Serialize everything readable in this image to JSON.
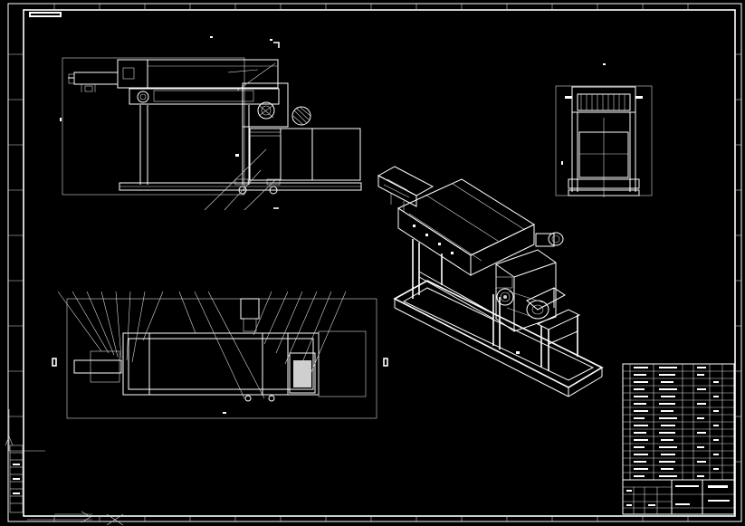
{
  "window": {
    "background": "#000000",
    "line_color": "#ffffff"
  },
  "drawing": {
    "views": [
      {
        "name": "front-view"
      },
      {
        "name": "side-view"
      },
      {
        "name": "top-view"
      },
      {
        "name": "isometric-view"
      }
    ],
    "icons": [
      "ucs-axis-icon",
      "cursor-crosshair-icon"
    ]
  }
}
